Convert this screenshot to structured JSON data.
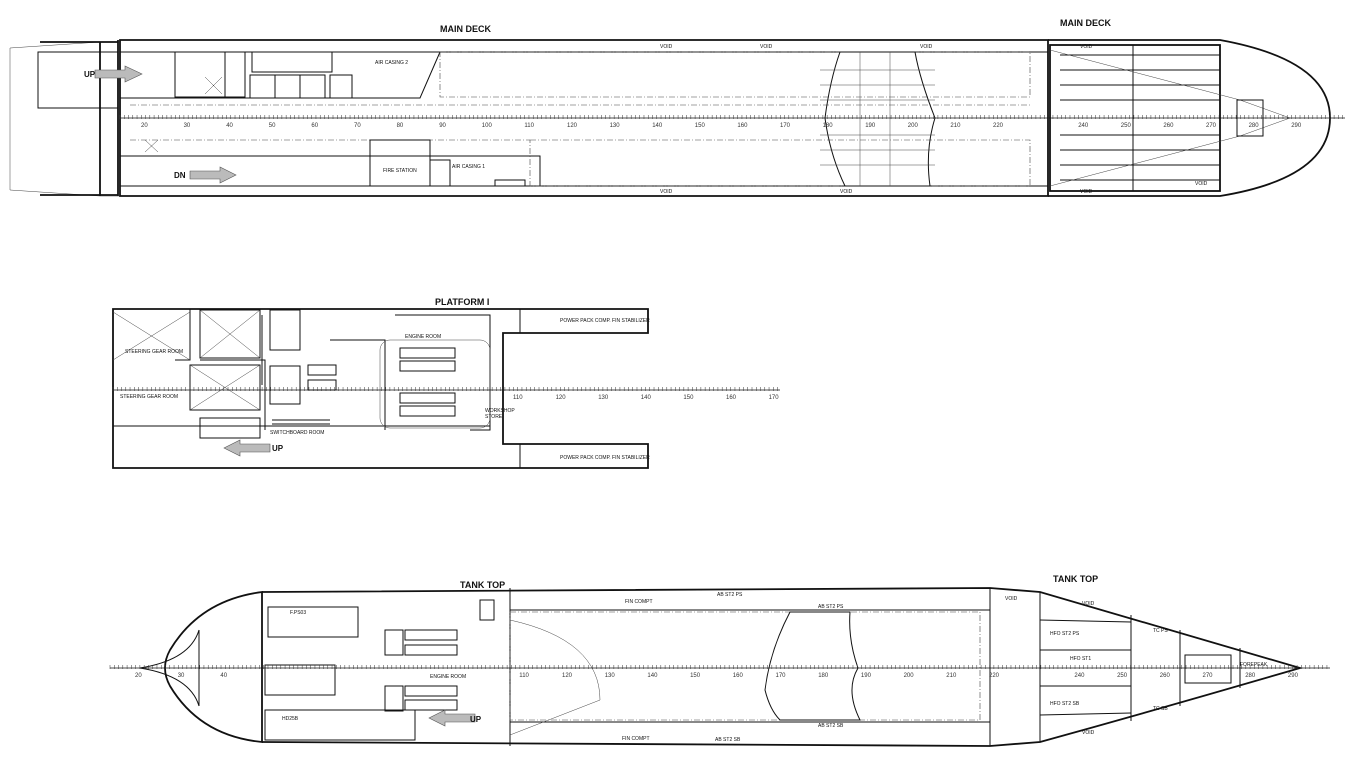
{
  "drawing": {
    "main_deck": {
      "title": "MAIN DECK",
      "title_bow": "MAIN DECK",
      "up_label": "UP",
      "dn_label": "DN",
      "frames": [
        20,
        30,
        40,
        50,
        60,
        70,
        80,
        90,
        100,
        110,
        120,
        130,
        140,
        150,
        160,
        170,
        180,
        190,
        200,
        210,
        220,
        240,
        250,
        260,
        270,
        280,
        290
      ],
      "rooms": [
        "VOID",
        "VOID",
        "VOID",
        "VOID",
        "VOID",
        "VOID",
        "VOID",
        "VOID",
        "FIRE STATION",
        "AIR CASING 2",
        "AIR CASING 1"
      ]
    },
    "platform_1": {
      "title": "PLATFORM I",
      "up_label": "UP",
      "frames": [
        110,
        120,
        130,
        140,
        150,
        160,
        170
      ],
      "rooms": [
        "STEERING GEAR ROOM",
        "STEERING GEAR ROOM",
        "ENGINE ROOM",
        "SWITCHBOARD ROOM",
        "POWER PACK COMP. FIN STABILIZER",
        "POWER PACK COMP. FIN STABILIZER",
        "WORKSHOP",
        "STORE"
      ]
    },
    "tank_top": {
      "title": "TANK TOP",
      "title_bow": "TANK TOP",
      "up_label": "UP",
      "frames": [
        20,
        30,
        40,
        110,
        120,
        130,
        140,
        150,
        160,
        170,
        180,
        190,
        200,
        210,
        220,
        240,
        250,
        260,
        270,
        280,
        290
      ],
      "rooms": [
        "FIN COMPT",
        "FIN COMPT",
        "AB ST2 PS",
        "AB ST2 SB",
        "AB ST2 PS",
        "AB ST2 SB",
        "VOID",
        "VOID",
        "VOID",
        "HFO ST2 PS",
        "HFO ST2 SB",
        "HFO ST1",
        "TC PS",
        "TC SB",
        "FOREPEAK",
        "HD25B",
        "ENGINE ROOM",
        "F.PS03"
      ]
    },
    "colors": {
      "line": "#111111",
      "arrow_fill": "#bbbbbb",
      "background": "#ffffff"
    }
  }
}
